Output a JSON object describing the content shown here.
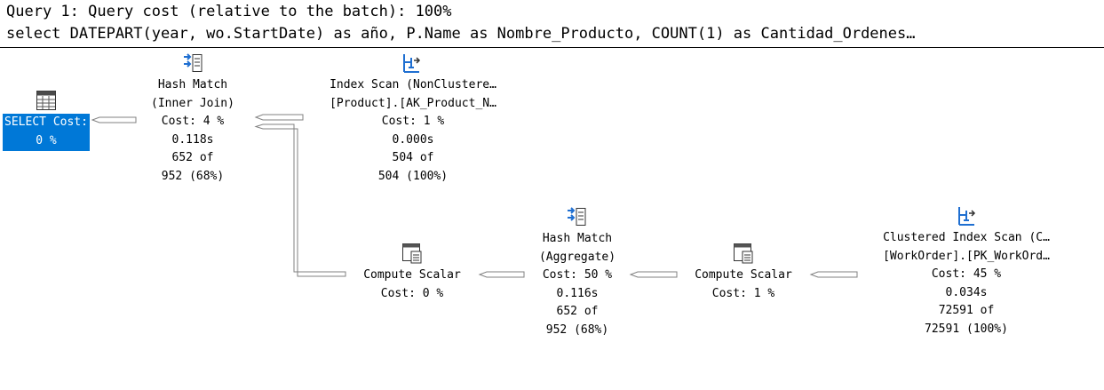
{
  "header": {
    "line1": "Query 1: Query cost (relative to the batch): 100%",
    "line2": "select DATEPART(year, wo.StartDate) as año, P.Name as Nombre_Producto, COUNT(1) as Cantidad_Ordenes…"
  },
  "colors": {
    "selection": "#0078d7",
    "edge": "#808080"
  },
  "nodes": {
    "select": {
      "icon": "select-table-icon",
      "op": "SELECT",
      "cost": "Cost: 0 %"
    },
    "hash_join": {
      "icon": "hash-match-icon",
      "op": "Hash Match",
      "sub": "(Inner Join)",
      "cost": "Cost: 4 %",
      "time": "0.118s",
      "rows1": "652 of",
      "rows2": "952 (68%)"
    },
    "index_scan": {
      "icon": "index-scan-icon",
      "op": "Index Scan (NonClustere…",
      "sub": "[Product].[AK_Product_N…",
      "cost": "Cost: 1 %",
      "time": "0.000s",
      "rows1": "504 of",
      "rows2": "504 (100%)"
    },
    "compute_scalar_1": {
      "icon": "compute-scalar-icon",
      "op": "Compute Scalar",
      "cost": "Cost: 0 %"
    },
    "hash_agg": {
      "icon": "hash-match-icon",
      "op": "Hash Match",
      "sub": "(Aggregate)",
      "cost": "Cost: 50 %",
      "time": "0.116s",
      "rows1": "652 of",
      "rows2": "952 (68%)"
    },
    "compute_scalar_2": {
      "icon": "compute-scalar-icon",
      "op": "Compute Scalar",
      "cost": "Cost: 1 %"
    },
    "clustered_scan": {
      "icon": "clustered-index-scan-icon",
      "op": "Clustered Index Scan (C…",
      "sub": "[WorkOrder].[PK_WorkOrd…",
      "cost": "Cost: 45 %",
      "time": "0.034s",
      "rows1": "72591 of",
      "rows2": "72591 (100%)"
    }
  }
}
